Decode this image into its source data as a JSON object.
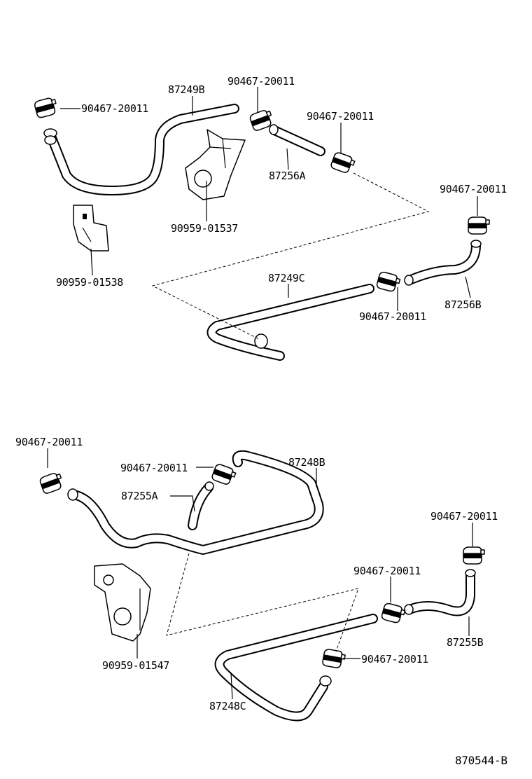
{
  "diagram_id": "870544-B",
  "labels": {
    "t_clip1": "90467-20011",
    "t_87249B": "87249B",
    "t_clip2": "90467-20011",
    "t_clip3": "90467-20011",
    "t_87256A": "87256A",
    "t_90959_01537": "90959-01537",
    "t_90959_01538": "90959-01538",
    "t_clip4": "90467-20011",
    "t_87249C": "87249C",
    "t_clip5": "90467-20011",
    "t_87256B": "87256B",
    "b_clip1": "90467-20011",
    "b_clip2": "90467-20011",
    "b_87248B": "87248B",
    "b_87255A": "87255A",
    "b_clip3": "90467-20011",
    "b_clip4": "90467-20011",
    "b_87255B": "87255B",
    "b_clip5": "90467-20011",
    "b_90959_01547": "90959-01547",
    "b_87248C": "87248C"
  }
}
